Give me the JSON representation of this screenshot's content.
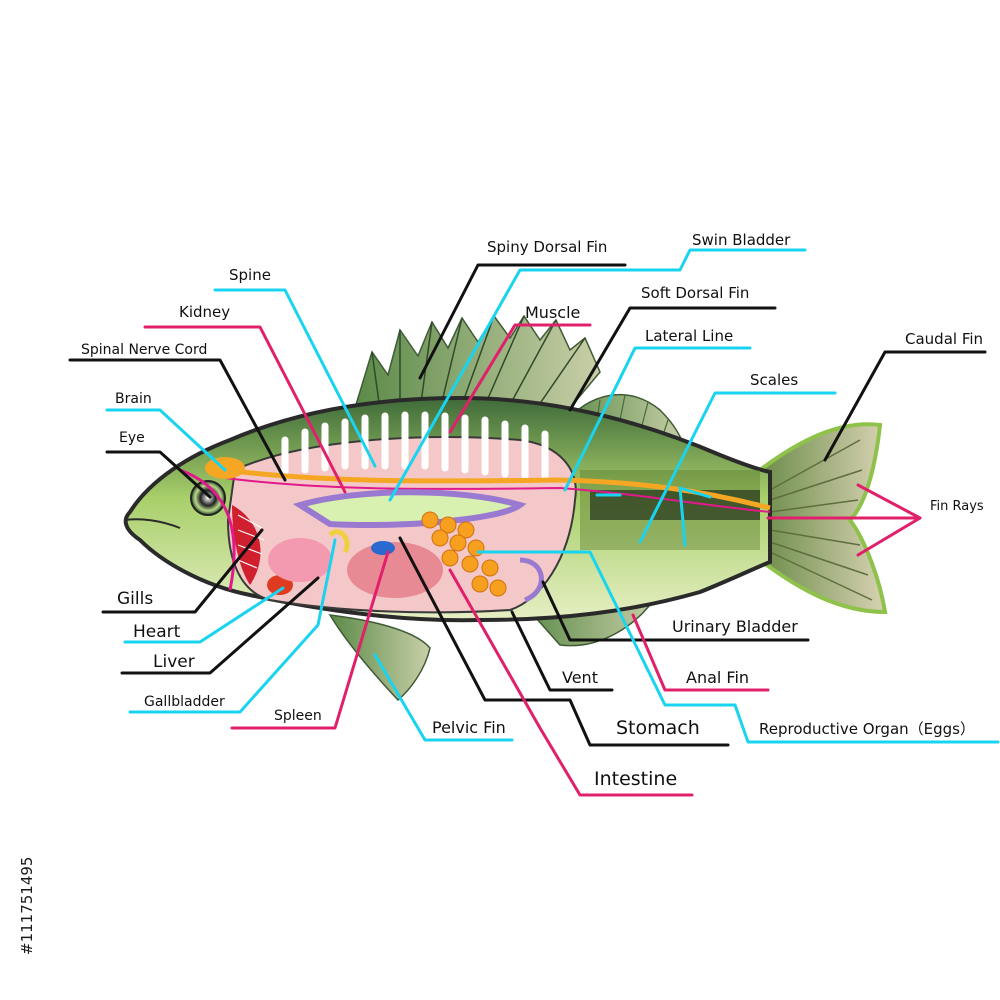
{
  "labels": {
    "spiny_dorsal_fin": "Spiny Dorsal Fin",
    "swin_bladder": "Swin Bladder",
    "spine": "Spine",
    "kidney": "Kidney",
    "muscle": "Muscle",
    "soft_dorsal_fin": "Soft Dorsal Fin",
    "spinal_nerve_cord": "Spinal Nerve Cord",
    "lateral_line": "Lateral Line",
    "caudal_fin": "Caudal Fin",
    "brain": "Brain",
    "scales": "Scales",
    "eye": "Eye",
    "fin_rays": "Fin Rays",
    "gills": "Gills",
    "heart": "Heart",
    "liver": "Liver",
    "gallbladder": "Gallbladder",
    "spleen": "Spleen",
    "pelvic_fin": "Pelvic Fin",
    "urinary_bladder": "Urinary Bladder",
    "anal_fin": "Anal Fin",
    "vent": "Vent",
    "stomach": "Stomach",
    "reproductive_organ": "Reproductive Organ（Eggs）",
    "intestine": "Intestine"
  },
  "watermark": "#111751495",
  "colors": {
    "leader_black": "#111111",
    "leader_cyan": "#19d4f0",
    "leader_pink": "#e0206a"
  }
}
